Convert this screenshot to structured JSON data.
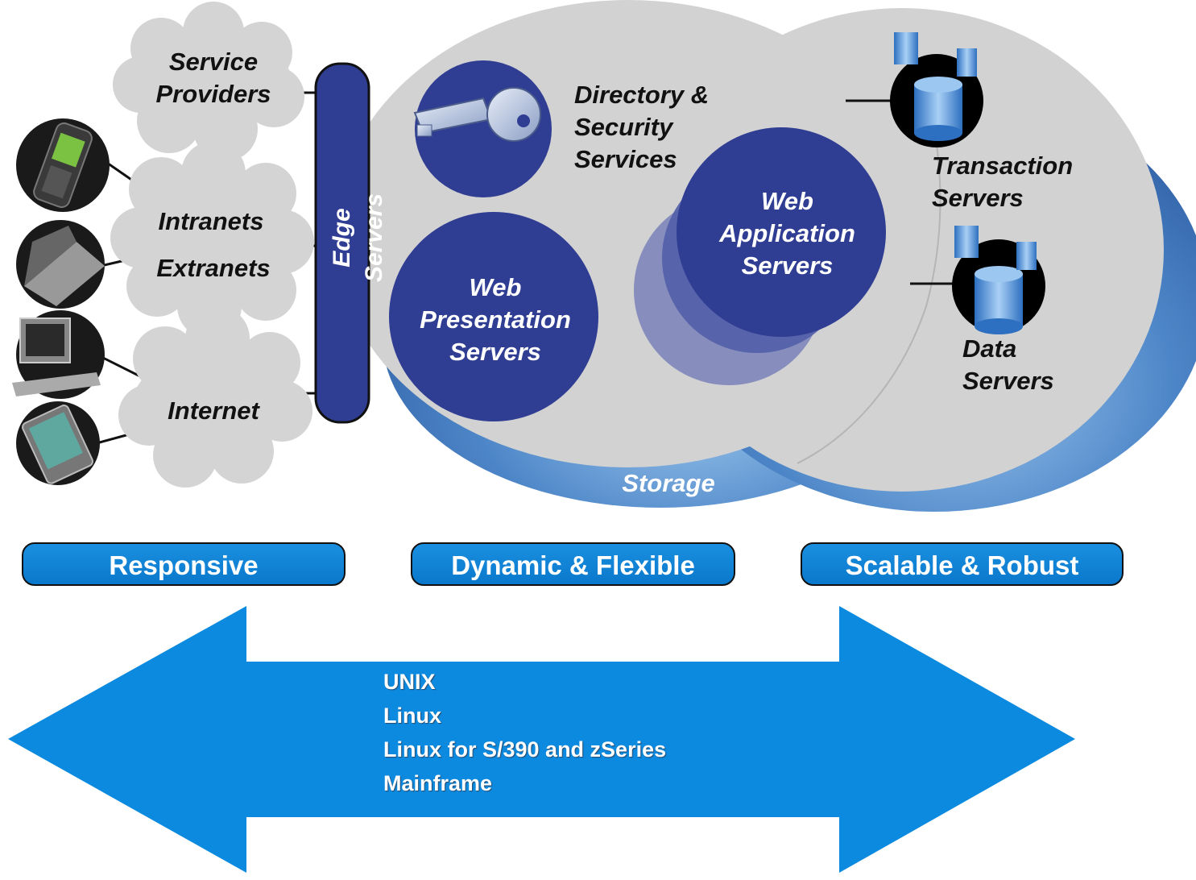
{
  "clouds": {
    "service_providers": [
      "Service",
      "Providers"
    ],
    "intranets": "Intranets",
    "extranets": "Extranets",
    "internet": "Internet"
  },
  "edge_servers": "Edge Servers",
  "services": {
    "directory_security": [
      "Directory &",
      "Security",
      "Services"
    ],
    "web_presentation": [
      "Web",
      "Presentation",
      "Servers"
    ],
    "web_application": [
      "Web",
      "Application",
      "Servers"
    ],
    "transaction": [
      "Transaction",
      "Servers"
    ],
    "data": [
      "Data",
      "Servers"
    ],
    "storage": "Storage"
  },
  "qualities": [
    "Responsive",
    "Dynamic & Flexible",
    "Scalable & Robust"
  ],
  "platforms": [
    "UNIX",
    "Linux",
    "Linux for S/390 and zSeries",
    "Mainframe"
  ],
  "colors": {
    "navy": "#2f3d93",
    "grey_disc": "#d2d2d2",
    "arrow_blue": "#0b8ae0",
    "storage_blue": "#3a6fb6"
  },
  "icons": [
    "mobile-phone-icon",
    "laptop-icon",
    "desktop-computer-icon",
    "pda-icon",
    "key-icon",
    "database-icon"
  ]
}
